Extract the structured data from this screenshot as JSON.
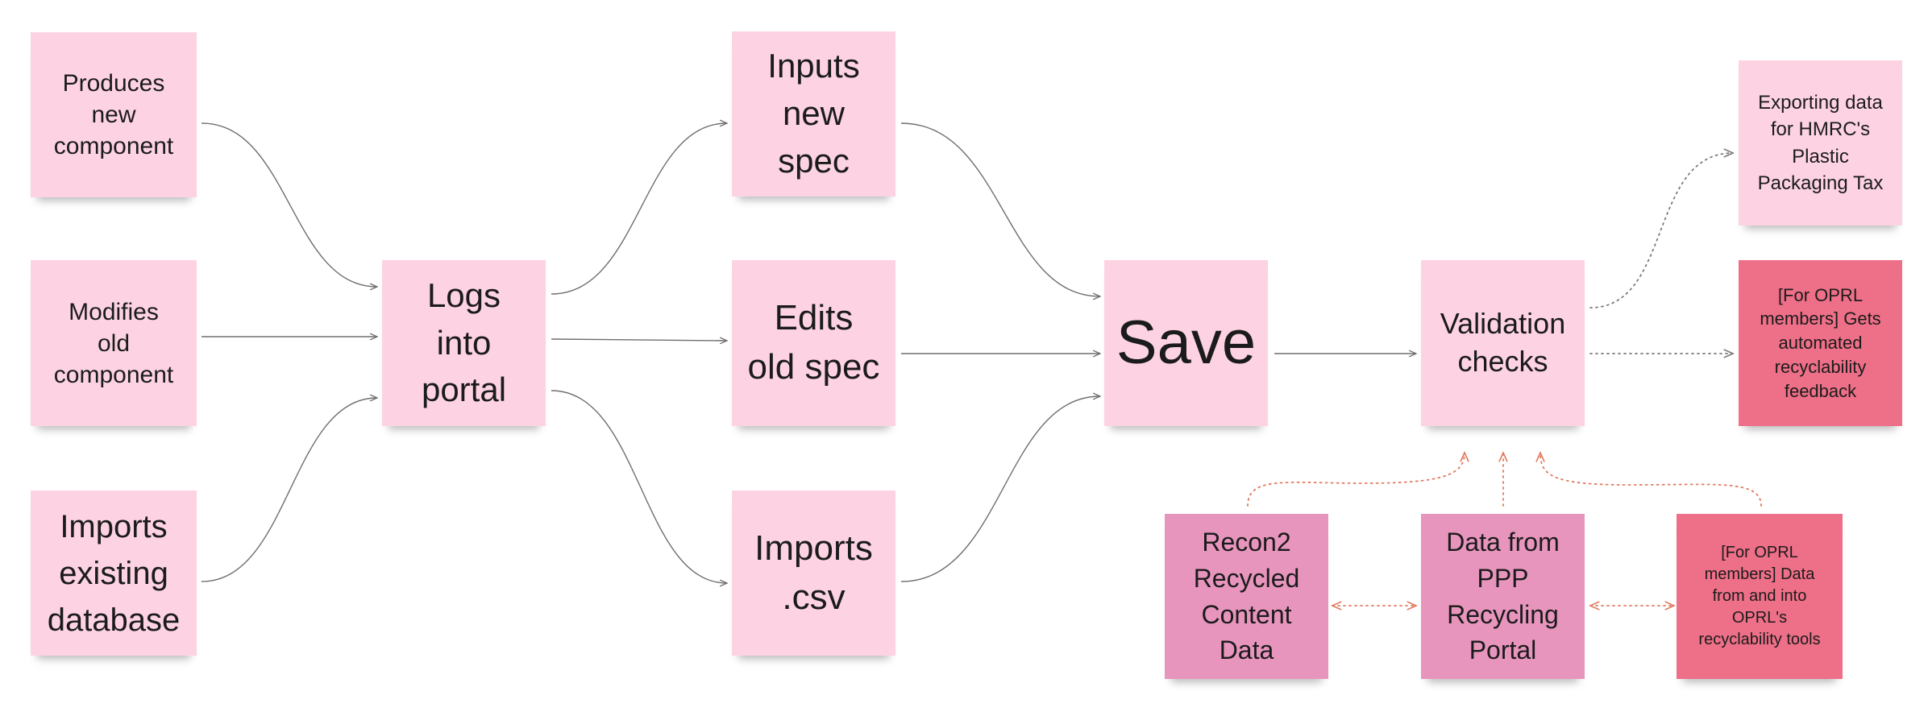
{
  "notes": {
    "produces_new": "Produces\nnew\ncomponent",
    "modifies_old": "Modifies\nold\ncomponent",
    "imports_db": "Imports\nexisting\ndatabase",
    "logs_in": "Logs\ninto\nportal",
    "inputs_spec": "Inputs\nnew\nspec",
    "edits_spec": "Edits\nold spec",
    "imports_csv": "Imports\n.csv",
    "save": "Save",
    "validation": "Validation\nchecks",
    "export_hmrc": "Exporting data\nfor HMRC's\nPlastic\nPackaging Tax",
    "oprl_feedback": "[For OPRL\nmembers] Gets\nautomated\nrecyclability\nfeedback",
    "recon2": "Recon2\nRecycled\nContent\nData",
    "ppp_data": "Data from\nPPP\nRecycling\nPortal",
    "oprl_tools": "[For OPRL\nmembers] Data\nfrom and into\nOPRL's\nrecyclability tools"
  },
  "colors": {
    "note_light": "#fdd3e3",
    "note_mid": "#e895be",
    "note_dark": "#ee6f88",
    "connector": "#6e6e6e",
    "dotted_connector": "#e07a5f"
  }
}
